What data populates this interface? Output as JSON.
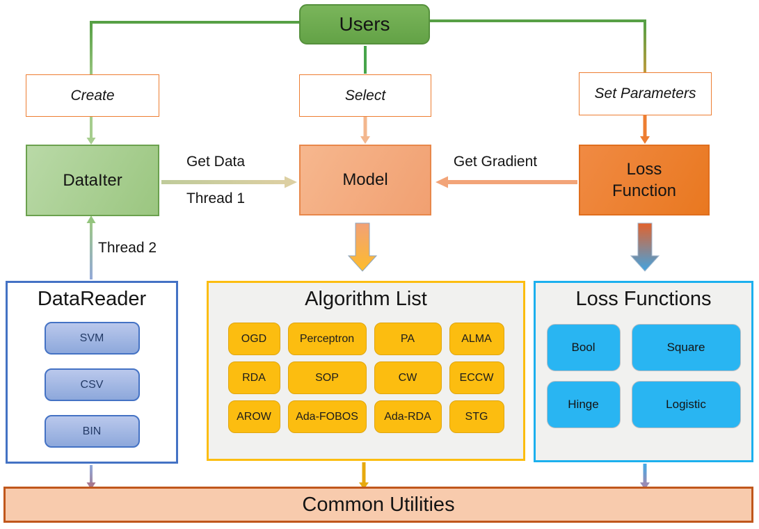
{
  "diagram": {
    "users": "Users",
    "actions": {
      "create": "Create",
      "select": "Select",
      "set_parameters": "Set Parameters"
    },
    "components": {
      "dataiter": "DataIter",
      "model": "Model",
      "loss_function": "Loss\nFunction"
    },
    "edge_labels": {
      "get_data": "Get Data",
      "thread_1": "Thread 1",
      "thread_2": "Thread 2",
      "get_gradient": "Get Gradient"
    },
    "panels": {
      "data_reader": {
        "title": "DataReader",
        "items": [
          "SVM",
          "CSV",
          "BIN"
        ]
      },
      "algorithm_list": {
        "title": "Algorithm List",
        "items": [
          "OGD",
          "Perceptron",
          "PA",
          "ALMA",
          "RDA",
          "SOP",
          "CW",
          "ECCW",
          "AROW",
          "Ada-FOBOS",
          "Ada-RDA",
          "STG"
        ]
      },
      "loss_functions": {
        "title": "Loss Functions",
        "items": [
          "Bool",
          "Square",
          "Hinge",
          "Logistic"
        ]
      }
    },
    "footer": "Common Utilities"
  },
  "colors": {
    "users_green": "#6aa84f",
    "green_line": "#57a045",
    "light_green": "#a6cd8e",
    "salmon": "#f3b78e",
    "orange": "#ed7d31",
    "gold": "#fcbd10",
    "blue": "#4472c4",
    "periwinkle": "#8ea9db",
    "cyan_border": "#1cb0ee",
    "cyan_fill": "#29b5f2",
    "peach": "#f8cbad",
    "peach_border": "#c0571c",
    "panel_gray": "#f1f1ef",
    "tan_arrow": "#dccfa2"
  }
}
